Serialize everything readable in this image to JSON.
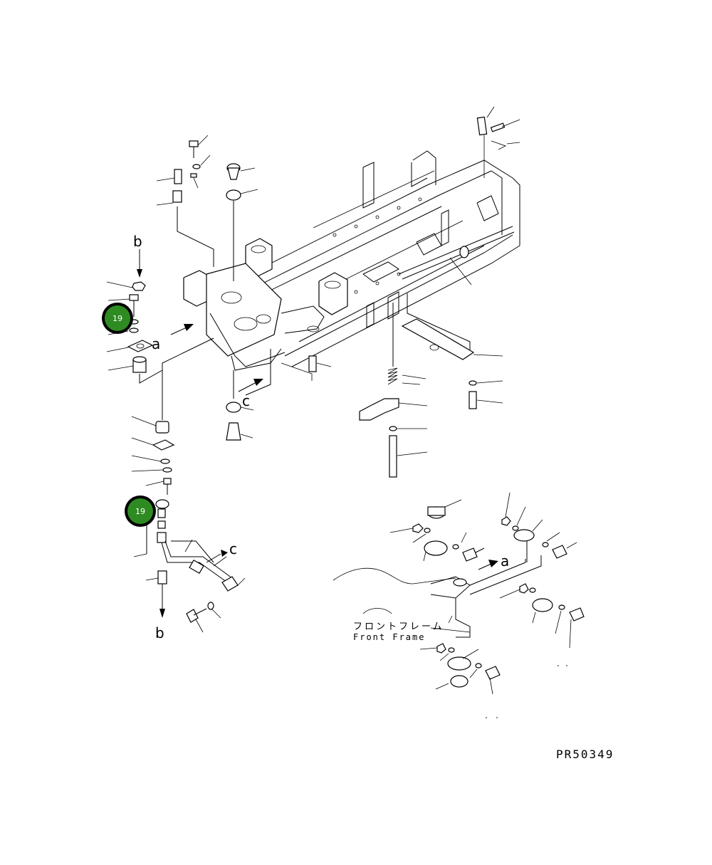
{
  "drawing_id": "PR50349",
  "front_frame_label_jp": "フロントフレーム",
  "front_frame_label_en": "Front  Frame",
  "callouts": {
    "b_top": "b",
    "a_left": "a",
    "c_mid": "c",
    "c_right": "c",
    "b_bottom": "b",
    "a_right": "a"
  },
  "badges": [
    {
      "label": "19"
    },
    {
      "label": "19"
    }
  ],
  "colors": {
    "badge_fill": "#2e8b22",
    "badge_ring": "#000000",
    "line": "#000000",
    "background": "#ffffff"
  }
}
